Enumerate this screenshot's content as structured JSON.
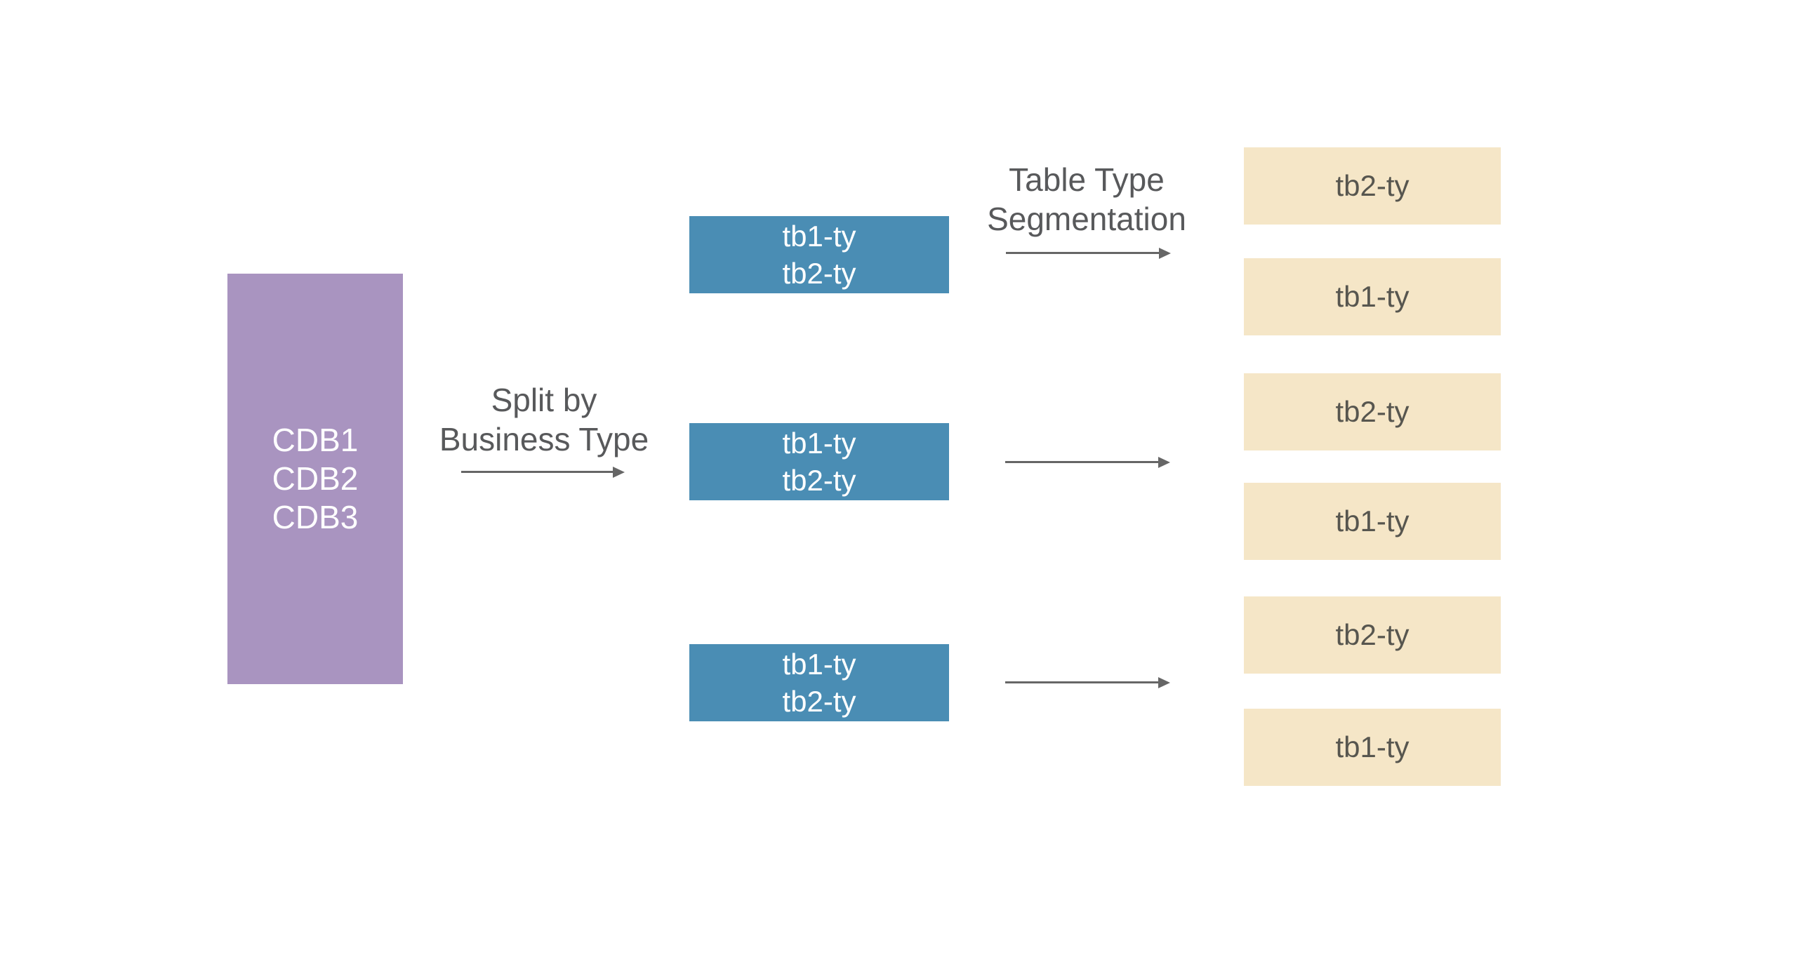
{
  "diagram": {
    "source_box": {
      "lines": [
        "CDB1",
        "CDB2",
        "CDB3"
      ]
    },
    "split_label": {
      "lines": [
        "Split by",
        "Business Type"
      ]
    },
    "segmentation_label": {
      "lines": [
        "Table Type",
        "Segmentation"
      ]
    },
    "business_type_boxes": [
      {
        "lines": [
          "tb1-ty",
          "tb2-ty"
        ]
      },
      {
        "lines": [
          "tb1-ty",
          "tb2-ty"
        ]
      },
      {
        "lines": [
          "tb1-ty",
          "tb2-ty"
        ]
      }
    ],
    "table_type_boxes": [
      {
        "label": "tb2-ty"
      },
      {
        "label": "tb1-ty"
      },
      {
        "label": "tb2-ty"
      },
      {
        "label": "tb1-ty"
      },
      {
        "label": "tb2-ty"
      },
      {
        "label": "tb1-ty"
      }
    ],
    "colors": {
      "background": "#ffffff",
      "source_box_fill": "#a994c0",
      "business_box_fill": "#4a8db4",
      "table_box_fill": "#f5e6c7",
      "box_text_white": "#ffffff",
      "table_box_text": "#57564f",
      "label_text": "#58595b",
      "arrow": "#666666"
    }
  }
}
